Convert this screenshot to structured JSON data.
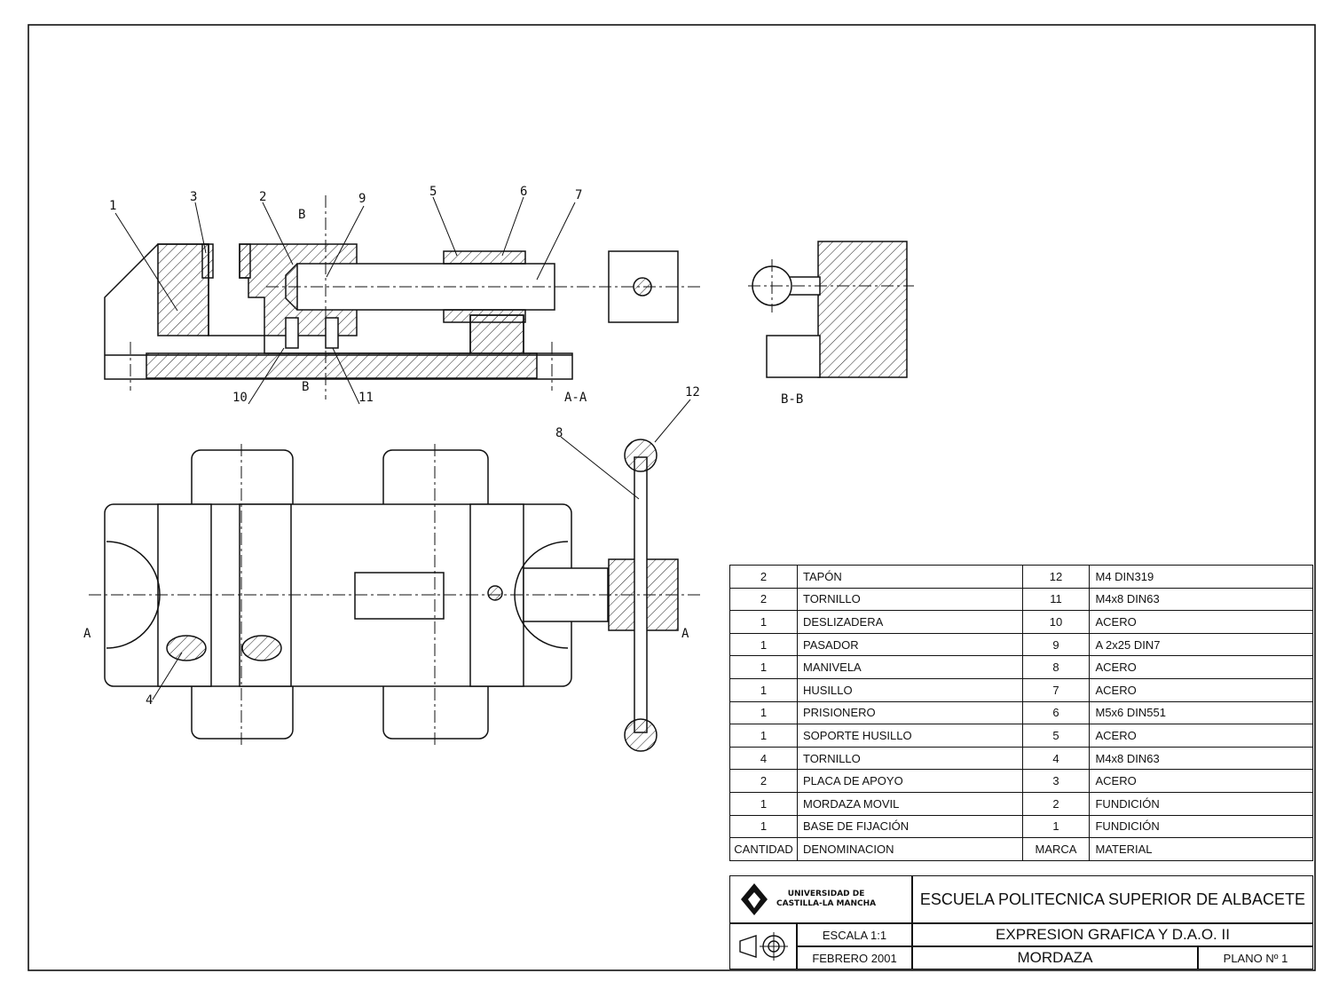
{
  "sheet": {
    "school": "ESCUELA POLITECNICA SUPERIOR DE ALBACETE",
    "university_line1": "UNIVERSIDAD DE",
    "university_line2": "CASTILLA-LA MANCHA",
    "course": "EXPRESION GRAFICA Y D.A.O. II",
    "part_title": "MORDAZA",
    "scale": "ESCALA 1:1",
    "date": "FEBRERO 2001",
    "plan": "PLANO Nº 1"
  },
  "views": {
    "section_aa": "A-A",
    "section_bb": "B-B",
    "cut_b": "B",
    "cut_a": "A"
  },
  "callouts": [
    "1",
    "2",
    "3",
    "4",
    "5",
    "6",
    "7",
    "8",
    "9",
    "10",
    "11",
    "12"
  ],
  "bom": {
    "headers": {
      "qty": "CANTIDAD",
      "name": "DENOMINACION",
      "mark": "MARCA",
      "material": "MATERIAL"
    },
    "rows": [
      {
        "qty": "2",
        "name": "TAPÓN",
        "mark": "12",
        "material": "M4 DIN319"
      },
      {
        "qty": "2",
        "name": "TORNILLO",
        "mark": "11",
        "material": "M4x8 DIN63"
      },
      {
        "qty": "1",
        "name": "DESLIZADERA",
        "mark": "10",
        "material": "ACERO"
      },
      {
        "qty": "1",
        "name": "PASADOR",
        "mark": "9",
        "material": "A 2x25 DIN7"
      },
      {
        "qty": "1",
        "name": "MANIVELA",
        "mark": "8",
        "material": "ACERO"
      },
      {
        "qty": "1",
        "name": "HUSILLO",
        "mark": "7",
        "material": "ACERO"
      },
      {
        "qty": "1",
        "name": "PRISIONERO",
        "mark": "6",
        "material": "M5x6 DIN551"
      },
      {
        "qty": "1",
        "name": "SOPORTE HUSILLO",
        "mark": "5",
        "material": "ACERO"
      },
      {
        "qty": "4",
        "name": "TORNILLO",
        "mark": "4",
        "material": "M4x8 DIN63"
      },
      {
        "qty": "2",
        "name": "PLACA DE APOYO",
        "mark": "3",
        "material": "ACERO"
      },
      {
        "qty": "1",
        "name": "MORDAZA MOVIL",
        "mark": "2",
        "material": "FUNDICIÓN"
      },
      {
        "qty": "1",
        "name": "BASE DE FIJACIÓN",
        "mark": "1",
        "material": "FUNDICIÓN"
      }
    ]
  }
}
